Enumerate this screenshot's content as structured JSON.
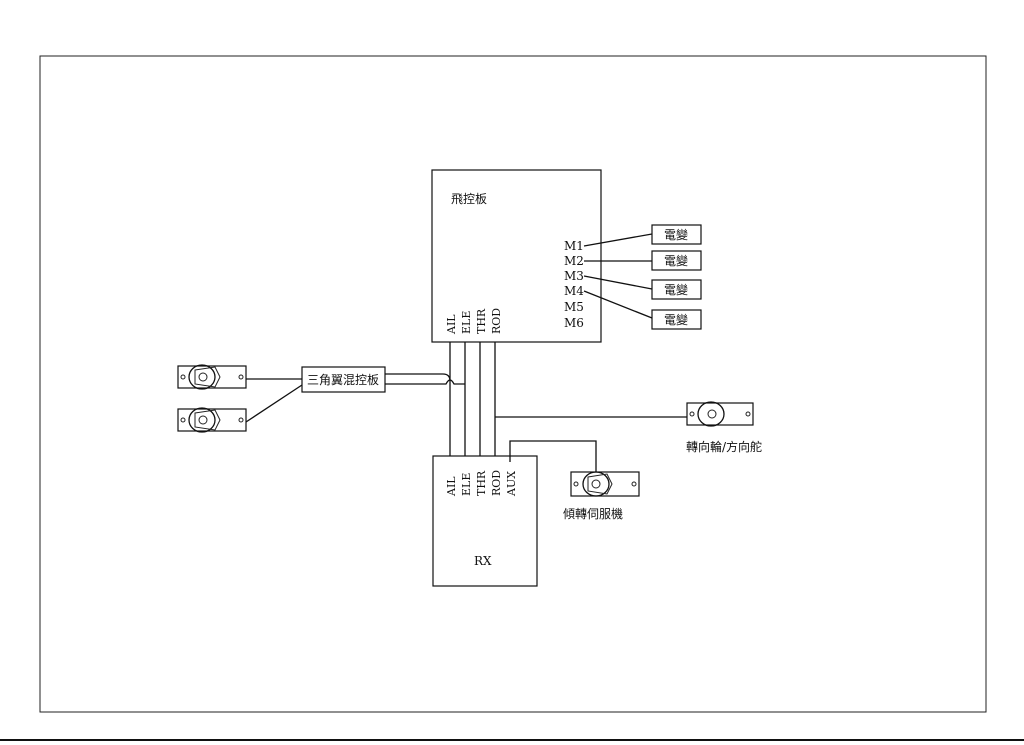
{
  "flight_controller": {
    "title": "飛控板",
    "inputs": [
      "AIL",
      "ELE",
      "THR",
      "ROD"
    ],
    "motor_ports": [
      "M1",
      "M2",
      "M3",
      "M4",
      "M5",
      "M6"
    ]
  },
  "esc_label": "電變",
  "mixer_label": "三角翼混控板",
  "receiver": {
    "title": "RX",
    "channels": [
      "AIL",
      "ELE",
      "THR",
      "ROD",
      "AUX"
    ]
  },
  "rudder_servo_label": "轉向輪/方向舵",
  "tilt_servo_label": "傾轉伺服機"
}
